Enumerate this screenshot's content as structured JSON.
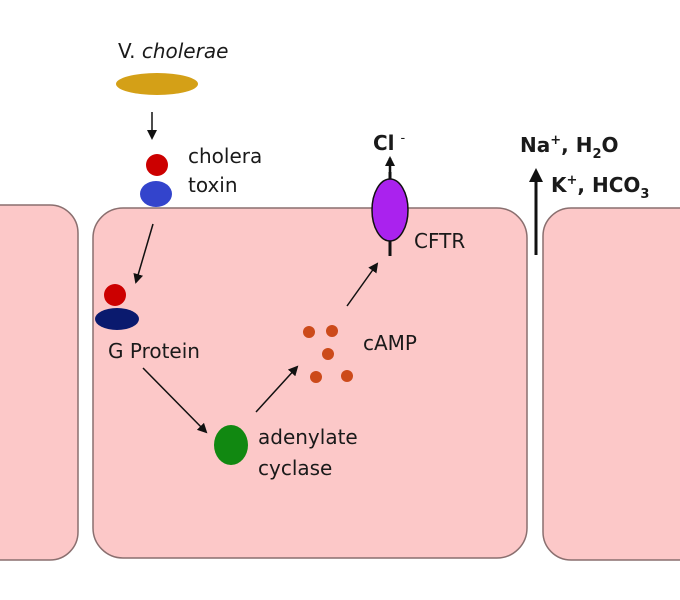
{
  "labels": {
    "organism_prefix": "V. ",
    "organism_italic": "cholerae",
    "toxin_line1": "cholera",
    "toxin_line2": "toxin",
    "g_protein": "G Protein",
    "adenylate_line1": "adenylate",
    "adenylate_line2": "cyclase",
    "camp": "cAMP",
    "cftr": "CFTR",
    "chloride": "Cl",
    "chloride_sup": "-",
    "na": "Na",
    "na_sup": "+",
    "h2o_prefix": ", H",
    "h2o_sub": "2",
    "h2o_suffix": "O",
    "k": "K",
    "k_sup": "+",
    "hco3_prefix": ", HCO",
    "hco3_sub": "3"
  },
  "colors": {
    "cell_fill": "#fcc8c8",
    "cell_stroke": "#8a6f6f",
    "bacterium": "#d4a017",
    "toxin_red": "#cc0000",
    "toxin_blue": "#3344cc",
    "g_protein_navy": "#0a1a6e",
    "adenylate_green": "#118811",
    "camp_dots": "#cc4a1a",
    "cftr_purple": "#aa22ee"
  }
}
